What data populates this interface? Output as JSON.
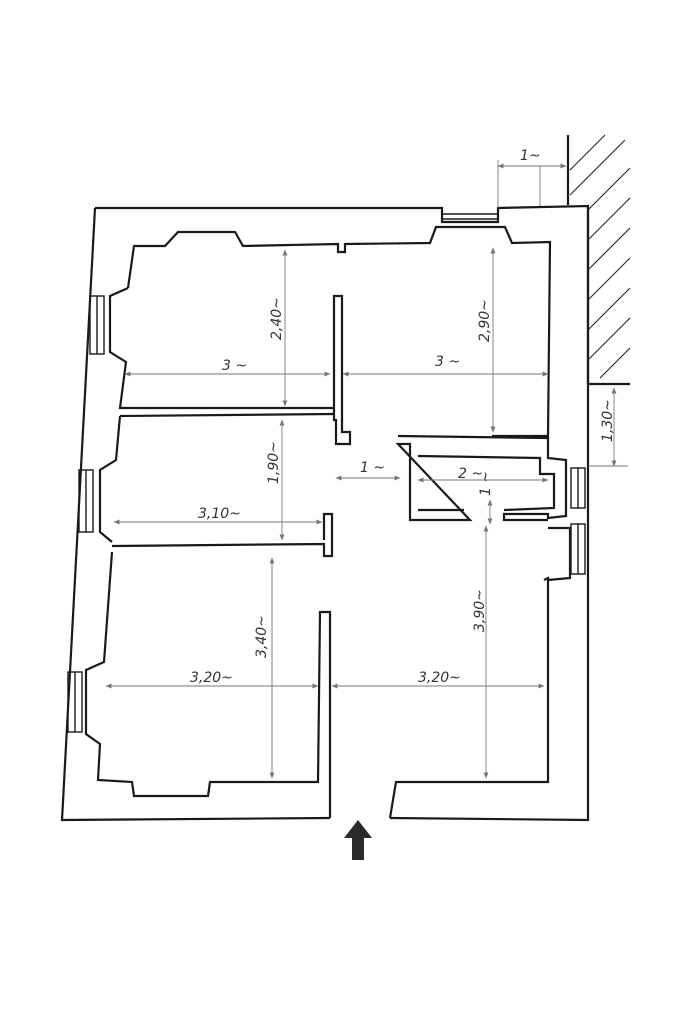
{
  "dimensions": {
    "room_top_left_width": "3 ~",
    "room_top_left_height": "2,40~",
    "room_top_right_width": "3 ~",
    "room_top_right_height": "2,90~",
    "room_middle_left_width": "3,10~",
    "room_middle_left_height": "1,90~",
    "corridor_width": "1 ~",
    "bath_width": "2 ~",
    "bath_door_width": "1 ~",
    "room_bottom_left_width": "3,20~",
    "room_bottom_left_height": "3,40~",
    "room_bottom_right_width": "3,20~",
    "room_bottom_right_height": "3,90~",
    "outside_top_width": "1~",
    "outside_right_height": "1,30~"
  },
  "entrance": {
    "icon": "up-arrow-icon"
  }
}
